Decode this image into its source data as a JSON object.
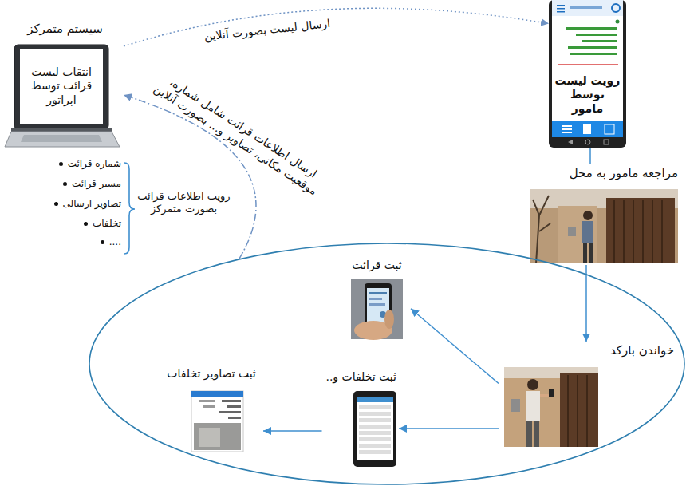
{
  "diagram": {
    "nodes": [
      {
        "text": [
          "سیستم متمرکز",
          "انتقاب لیست قرائت توسط اپراتور"
        ]
      },
      {
        "text": [
          "رویت لیست توسط مامور"
        ]
      },
      {
        "text": [
          "مراجعه مامور به محل"
        ]
      },
      {
        "text": []
      },
      {
        "text": [
          "خواندن بارکد"
        ],
        "in": 3
      },
      {
        "text": [
          "ثبت قرائت"
        ],
        "in": 3
      },
      {
        "text": [
          "ثبت تخلفات و.."
        ],
        "in": 3
      },
      {
        "text": [
          "ثبت تصاویر تخلفات"
        ],
        "in": 3
      }
    ],
    "edges": [
      {
        "from": 0,
        "to": 1,
        "arrow": "to",
        "label": "ارسال لیست بصورت آنلاین"
      },
      {
        "from": 1,
        "to": 2,
        "arrow": "none"
      },
      {
        "from": 2,
        "to": 4,
        "arrow": "to"
      },
      {
        "from": 4,
        "to": 5,
        "arrow": "to"
      },
      {
        "from": 4,
        "to": 6,
        "arrow": "to"
      },
      {
        "from": 6,
        "to": 7,
        "arrow": "to"
      },
      {
        "from": 3,
        "to": 0,
        "arrow": "to",
        "label": "ارسال اطلاعات قرائت شامل شماره، موقعیت مکانی، تصاویر و... بصورت آنلاین"
      }
    ],
    "labels": [
      "شماره قرائت",
      "مسیر قرائت",
      "تصاویر ارسالی",
      "تخلفات",
      "....",
      "رویت اطلاعات قرائت بصورت متمرکز"
    ]
  }
}
